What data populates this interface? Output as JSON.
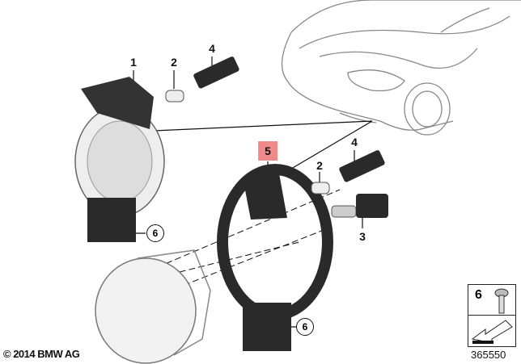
{
  "diagram": {
    "highlight_color": "#f08a8a",
    "callouts": [
      {
        "id": "callout-1",
        "label": "1"
      },
      {
        "id": "callout-2a",
        "label": "2"
      },
      {
        "id": "callout-4a",
        "label": "4"
      },
      {
        "id": "callout-5",
        "label": "5",
        "highlighted": true
      },
      {
        "id": "callout-2b",
        "label": "2"
      },
      {
        "id": "callout-4b",
        "label": "4"
      },
      {
        "id": "callout-3",
        "label": "3"
      },
      {
        "id": "callout-6a",
        "label": "6"
      },
      {
        "id": "callout-6b",
        "label": "6"
      }
    ],
    "legend": {
      "part_number": "6",
      "icon": "screw-icon"
    },
    "copyright": "© 2014 BMW AG",
    "diagram_number": "365550"
  }
}
